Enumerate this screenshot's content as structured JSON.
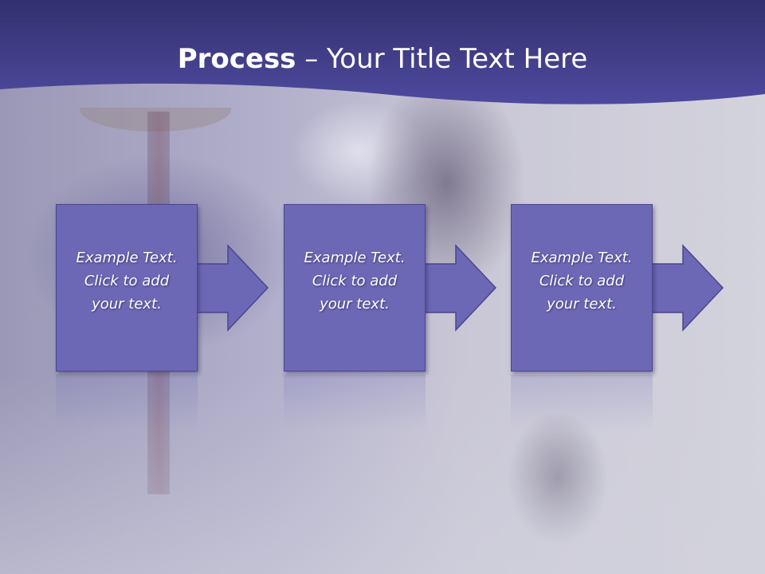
{
  "slide": {
    "title_bold": "Process",
    "title_rest": " – Your Title Text Here"
  },
  "steps": [
    {
      "line1": "Example Text.",
      "line2": "Click  to add",
      "line3": "your text."
    },
    {
      "line1": "Example Text.",
      "line2": "Click  to add",
      "line3": "your text."
    },
    {
      "line1": "Example Text.",
      "line2": "Click  to add",
      "line3": "your text."
    }
  ],
  "colors": {
    "header_band": "#4a479a",
    "step_fill": "#6c68b6",
    "step_border": "#4a468c",
    "text": "#ffffff"
  }
}
